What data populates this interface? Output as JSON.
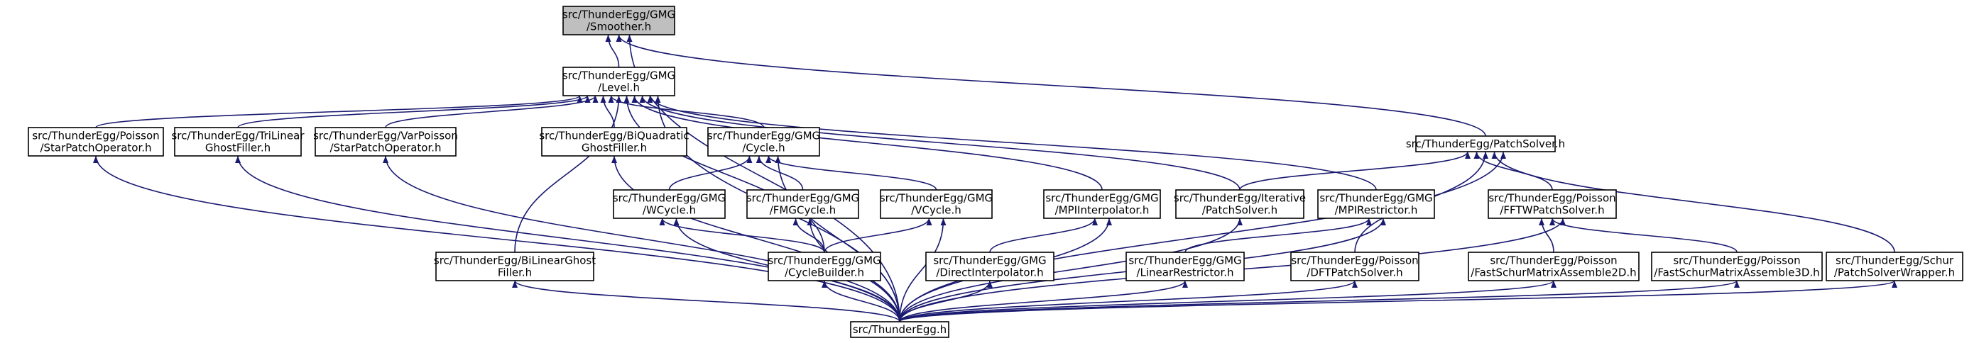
{
  "graph": {
    "title": "",
    "nodes": [
      {
        "id": "smoother",
        "lines": [
          "src/ThunderEgg/GMG",
          "/Smoother.h"
        ]
      },
      {
        "id": "level",
        "lines": [
          "src/ThunderEgg/GMG",
          "/Level.h"
        ]
      },
      {
        "id": "patchsolver",
        "lines": [
          "src/ThunderEgg/PatchSolver.h"
        ]
      },
      {
        "id": "starpatchop",
        "lines": [
          "src/ThunderEgg/Poisson",
          "/StarPatchOperator.h"
        ]
      },
      {
        "id": "trilinear",
        "lines": [
          "src/ThunderEgg/TriLinear",
          "GhostFiller.h"
        ]
      },
      {
        "id": "varpoisson",
        "lines": [
          "src/ThunderEgg/VarPoisson",
          "/StarPatchOperator.h"
        ]
      },
      {
        "id": "biquadratic",
        "lines": [
          "src/ThunderEgg/BiQuadratic",
          "GhostFiller.h"
        ]
      },
      {
        "id": "cycle",
        "lines": [
          "src/ThunderEgg/GMG",
          "/Cycle.h"
        ]
      },
      {
        "id": "wcycle",
        "lines": [
          "src/ThunderEgg/GMG",
          "/WCycle.h"
        ]
      },
      {
        "id": "fmgcycle",
        "lines": [
          "src/ThunderEgg/GMG",
          "/FMGCycle.h"
        ]
      },
      {
        "id": "vcycle",
        "lines": [
          "src/ThunderEgg/GMG",
          "/VCycle.h"
        ]
      },
      {
        "id": "mpiinterp",
        "lines": [
          "src/ThunderEgg/GMG",
          "/MPIInterpolator.h"
        ]
      },
      {
        "id": "iterative",
        "lines": [
          "src/ThunderEgg/Iterative",
          "/PatchSolver.h"
        ]
      },
      {
        "id": "mpirestrictor",
        "lines": [
          "src/ThunderEgg/GMG",
          "/MPIRestrictor.h"
        ]
      },
      {
        "id": "fftw",
        "lines": [
          "src/ThunderEgg/Poisson",
          "/FFTWPatchSolver.h"
        ]
      },
      {
        "id": "bilinear",
        "lines": [
          "src/ThunderEgg/BiLinearGhost",
          "Filler.h"
        ]
      },
      {
        "id": "cyclebuilder",
        "lines": [
          "src/ThunderEgg/GMG",
          "/CycleBuilder.h"
        ]
      },
      {
        "id": "directinterp",
        "lines": [
          "src/ThunderEgg/GMG",
          "/DirectInterpolator.h"
        ]
      },
      {
        "id": "linearrestrictor",
        "lines": [
          "src/ThunderEgg/GMG",
          "/LinearRestrictor.h"
        ]
      },
      {
        "id": "dftpatch",
        "lines": [
          "src/ThunderEgg/Poisson",
          "/DFTPatchSolver.h"
        ]
      },
      {
        "id": "fastschur2d",
        "lines": [
          "src/ThunderEgg/Poisson",
          "/FastSchurMatrixAssemble2D.h"
        ]
      },
      {
        "id": "fastschur3d",
        "lines": [
          "src/ThunderEgg/Poisson",
          "/FastSchurMatrixAssemble3D.h"
        ]
      },
      {
        "id": "schurwrapper",
        "lines": [
          "src/ThunderEgg/Schur",
          "/PatchSolverWrapper.h"
        ]
      },
      {
        "id": "thunderegg",
        "lines": [
          "src/ThunderEgg.h"
        ]
      }
    ],
    "edges": [
      [
        "level",
        "smoother"
      ],
      [
        "patchsolver",
        "smoother"
      ],
      [
        "thunderegg",
        "smoother"
      ],
      [
        "starpatchop",
        "level"
      ],
      [
        "trilinear",
        "level"
      ],
      [
        "varpoisson",
        "level"
      ],
      [
        "biquadratic",
        "level"
      ],
      [
        "cycle",
        "level"
      ],
      [
        "bilinear",
        "level"
      ],
      [
        "cyclebuilder",
        "level"
      ],
      [
        "mpiinterp",
        "level"
      ],
      [
        "iterative",
        "level"
      ],
      [
        "mpirestrictor",
        "level"
      ],
      [
        "thunderegg",
        "level"
      ],
      [
        "iterative",
        "patchsolver"
      ],
      [
        "fftw",
        "patchsolver"
      ],
      [
        "dftpatch",
        "patchsolver"
      ],
      [
        "schurwrapper",
        "patchsolver"
      ],
      [
        "thunderegg",
        "patchsolver"
      ],
      [
        "wcycle",
        "cycle"
      ],
      [
        "fmgcycle",
        "cycle"
      ],
      [
        "vcycle",
        "cycle"
      ],
      [
        "thunderegg",
        "cycle"
      ],
      [
        "cyclebuilder",
        "wcycle"
      ],
      [
        "thunderegg",
        "wcycle"
      ],
      [
        "cyclebuilder",
        "fmgcycle"
      ],
      [
        "thunderegg",
        "fmgcycle"
      ],
      [
        "cyclebuilder",
        "vcycle"
      ],
      [
        "thunderegg",
        "vcycle"
      ],
      [
        "directinterp",
        "mpiinterp"
      ],
      [
        "thunderegg",
        "mpiinterp"
      ],
      [
        "linearrestrictor",
        "mpirestrictor"
      ],
      [
        "thunderegg",
        "mpirestrictor"
      ],
      [
        "fastschur2d",
        "fftw"
      ],
      [
        "fastschur3d",
        "fftw"
      ],
      [
        "thunderegg",
        "fftw"
      ],
      [
        "thunderegg",
        "starpatchop"
      ],
      [
        "thunderegg",
        "trilinear"
      ],
      [
        "thunderegg",
        "varpoisson"
      ],
      [
        "thunderegg",
        "biquadratic"
      ],
      [
        "thunderegg",
        "bilinear"
      ],
      [
        "thunderegg",
        "cyclebuilder"
      ],
      [
        "thunderegg",
        "iterative"
      ],
      [
        "thunderegg",
        "directinterp"
      ],
      [
        "thunderegg",
        "linearrestrictor"
      ],
      [
        "thunderegg",
        "dftpatch"
      ],
      [
        "thunderegg",
        "fastschur2d"
      ],
      [
        "thunderegg",
        "fastschur3d"
      ],
      [
        "thunderegg",
        "schurwrapper"
      ]
    ],
    "colors": {
      "edge": "#191970",
      "node_fill": "#ffffff",
      "root_fill": "#bfbfbf",
      "border": "#000000"
    }
  }
}
